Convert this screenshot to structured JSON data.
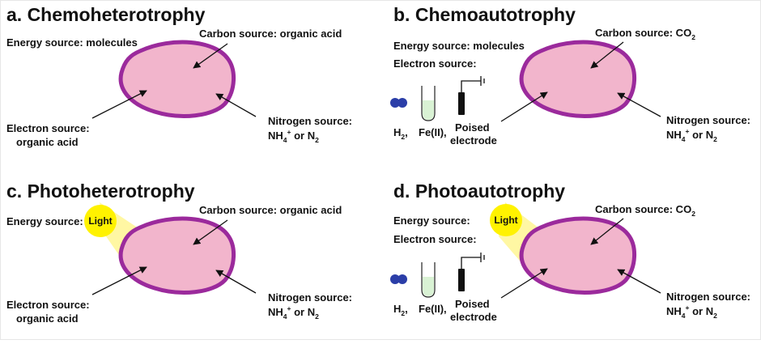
{
  "colors": {
    "cell_fill": "#f2b5cc",
    "cell_stroke": "#9b2a9c",
    "light_fill": "#fff200",
    "light_beam": "#fff7a3",
    "electron_dot": "#2b3ea8",
    "tube_fill": "#d9f2d4",
    "electrode_fill": "#111111",
    "arrow": "#111111"
  },
  "panels": [
    {
      "title": "a. Chemoheterotrophy",
      "energy": "Energy source: molecules",
      "carbon": "Carbon source: organic acid",
      "nitrogen_1": "Nitrogen source:",
      "nitrogen_2a": "NH",
      "nitrogen_2b": "4",
      "nitrogen_2c": "+",
      "nitrogen_2d": " or N",
      "nitrogen_2e": "2",
      "electron_1": "Electron source:",
      "electron_2": "organic acid"
    },
    {
      "title": "b. Chemoautotrophy",
      "energy": "Energy source: molecules",
      "electron": "Electron source:",
      "carbon_a": "Carbon source: CO",
      "carbon_b": "2",
      "nitrogen_1": "Nitrogen source:",
      "nitrogen_2a": "NH",
      "nitrogen_2b": "4",
      "nitrogen_2c": "+",
      "nitrogen_2d": " or N",
      "nitrogen_2e": "2",
      "h2_a": "H",
      "h2_b": "2",
      "h2_c": ",",
      "fe": "Fe(II),",
      "poised": "Poised",
      "electrode": "electrode"
    },
    {
      "title": "c. Photoheterotrophy",
      "energy": "Energy source:",
      "light": "Light",
      "carbon": "Carbon source: organic acid",
      "nitrogen_1": "Nitrogen source:",
      "nitrogen_2a": "NH",
      "nitrogen_2b": "4",
      "nitrogen_2c": "+",
      "nitrogen_2d": " or N",
      "nitrogen_2e": "2",
      "electron_1": "Electron source:",
      "electron_2": "organic acid"
    },
    {
      "title": "d. Photoautotrophy",
      "energy": "Energy source:",
      "electron": "Electron source:",
      "light": "Light",
      "carbon_a": "Carbon source: CO",
      "carbon_b": "2",
      "nitrogen_1": "Nitrogen source:",
      "nitrogen_2a": "NH",
      "nitrogen_2b": "4",
      "nitrogen_2c": "+",
      "nitrogen_2d": " or N",
      "nitrogen_2e": "2",
      "h2_a": "H",
      "h2_b": "2",
      "h2_c": ",",
      "fe": "Fe(II),",
      "poised": "Poised",
      "electrode": "electrode"
    }
  ]
}
